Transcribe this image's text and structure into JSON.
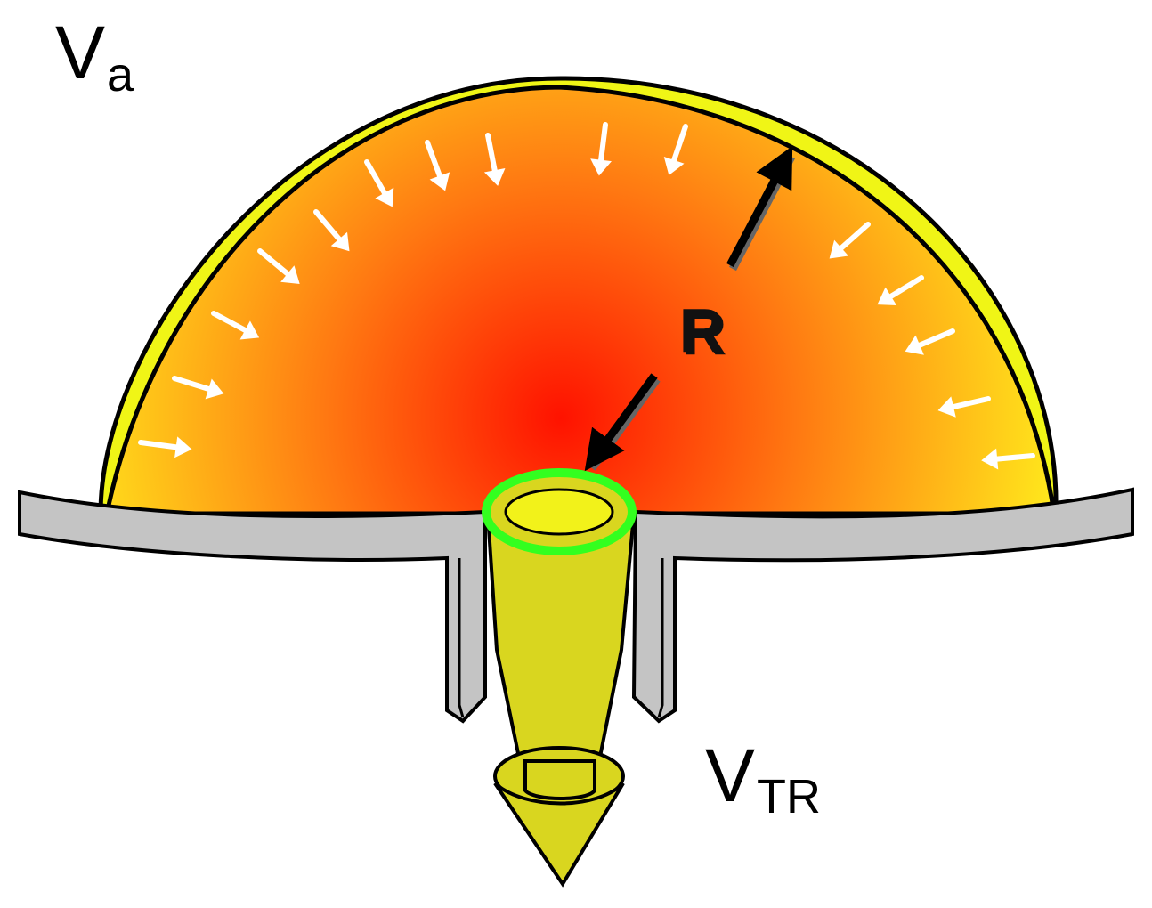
{
  "labels": {
    "va_main": "V",
    "va_sub": "a",
    "vtr_main": "V",
    "vtr_sub": "TR",
    "radius": "R"
  },
  "icons": [
    "inflow-arrow-icon",
    "radius-arrow-icon"
  ],
  "colors": {
    "dome_outer": "#f0f516",
    "gradient_center": "#ff1200",
    "gradient_mid": "#ff7a12",
    "gradient_edge": "#ffe81c",
    "plate": "#c4c4c4",
    "tip_body": "#d9d61f",
    "tip_orifice_ring": "#33ff1f",
    "tip_orifice_fill": "#f2f21a",
    "inflow_arrows": "#ffffff",
    "outline": "#000000"
  }
}
